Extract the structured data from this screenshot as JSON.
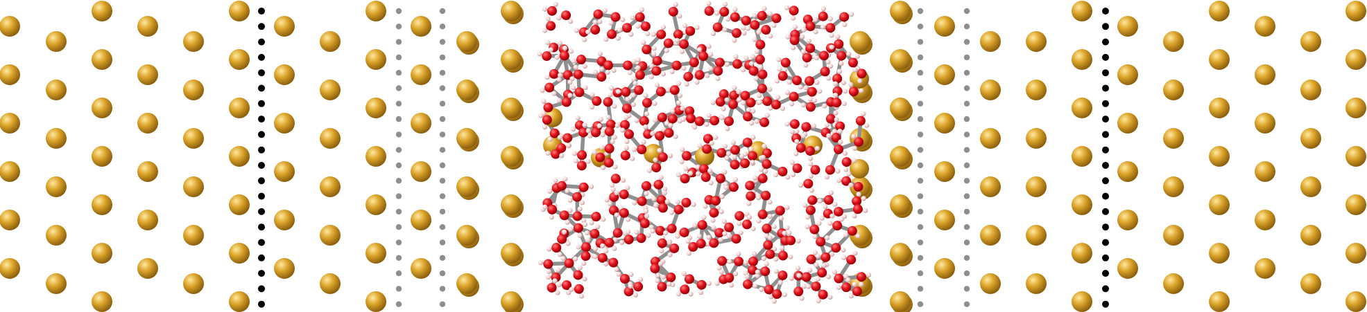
{
  "colors": {
    "background": "#ffffff",
    "metal_atom": "#d9a024",
    "metal_highlight": "#ffe28a",
    "metal_shadow": "#8a5e0c",
    "oxygen": "#e3131b",
    "hydrogen": "#f4d4d4",
    "bond": "#8f8f8f",
    "divider_black": "#000000",
    "divider_gray": "#8e8e8e"
  },
  "scene": {
    "left_slab": {
      "atom": "metal"
    },
    "water_region": {
      "molecule": "water",
      "atoms": [
        "oxygen",
        "hydrogen"
      ]
    },
    "right_slab": {
      "atom": "metal"
    },
    "dotted_dividers": [
      "black",
      "gray",
      "gray",
      "gray",
      "gray",
      "black"
    ]
  }
}
